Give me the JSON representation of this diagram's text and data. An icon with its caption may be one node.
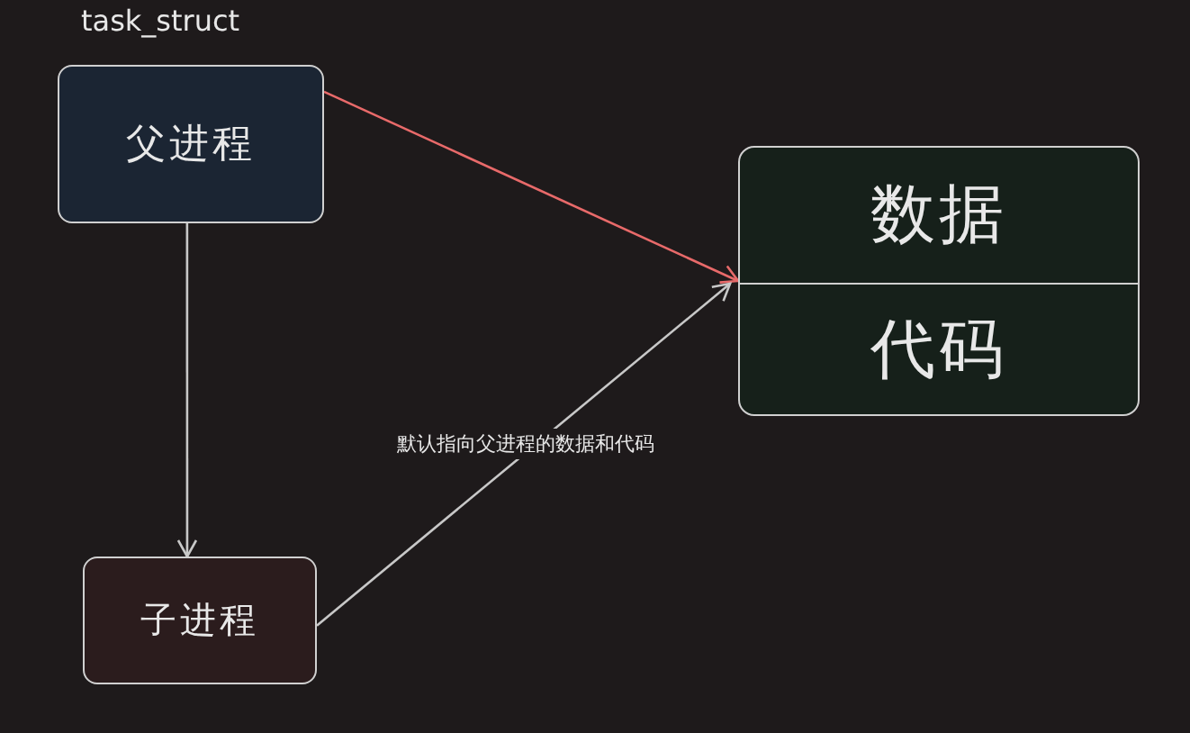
{
  "diagram": {
    "nodes": [
      {
        "text": [
          "父进程"
        ],
        "beside": [
          "task_struct"
        ]
      },
      {
        "text": [],
        "shape": "box"
      },
      {
        "text": [
          "数据"
        ],
        "in": 1
      },
      {
        "text": [
          "代码"
        ],
        "in": 1
      },
      {
        "text": [
          "子进程"
        ]
      }
    ],
    "edges": [
      {
        "from": 0,
        "to": 4,
        "arrow": "to"
      },
      {
        "from": 0,
        "to": 1,
        "arrow": "to",
        "color": "#e86a6a"
      },
      {
        "from": 4,
        "to": 1,
        "arrow": "to",
        "label": "默认指向父进程的数据和代码"
      }
    ]
  }
}
